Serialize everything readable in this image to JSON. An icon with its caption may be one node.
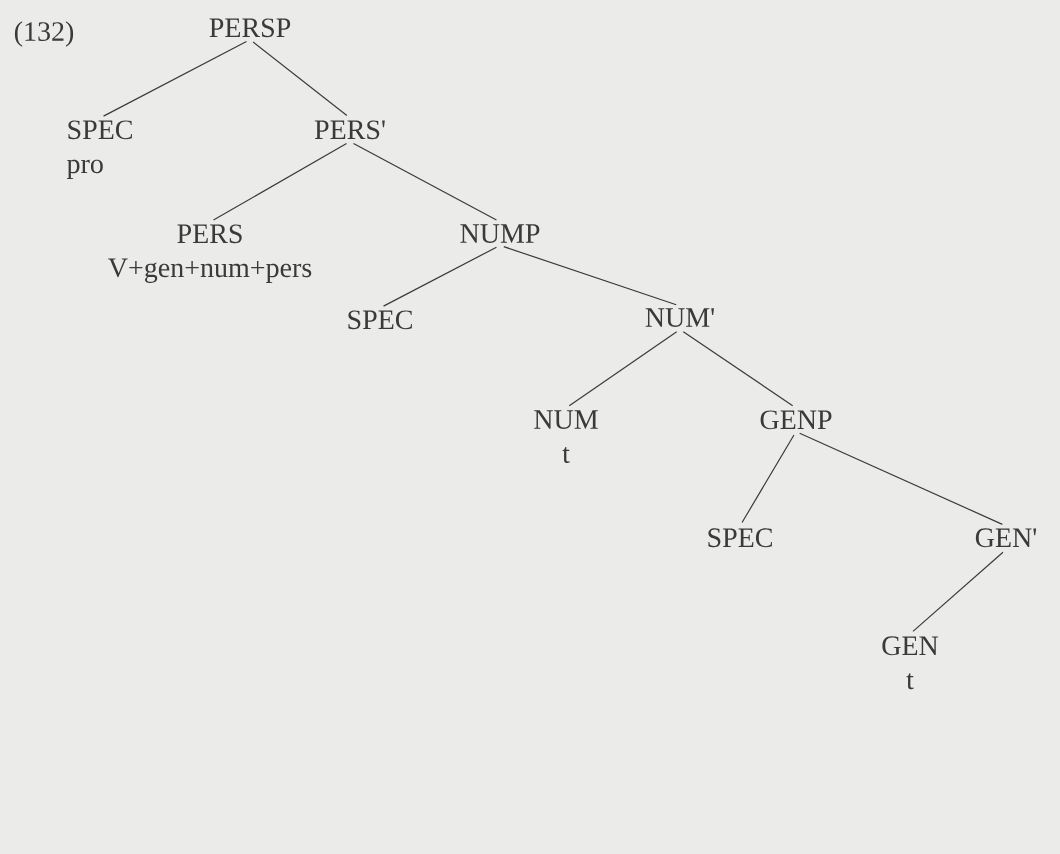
{
  "diagram": {
    "nodes": [
      {
        "text": [
          "PERSP"
        ]
      },
      {
        "text": [
          "SPEC",
          "pro"
        ]
      },
      {
        "text": [
          "PERS'"
        ]
      },
      {
        "text": [
          "PERS",
          "V+gen+num+pers"
        ]
      },
      {
        "text": [
          "NUMP"
        ]
      },
      {
        "text": [
          "SPEC"
        ]
      },
      {
        "text": [
          "NUM'"
        ]
      },
      {
        "text": [
          "NUM",
          "t"
        ]
      },
      {
        "text": [
          "GENP"
        ]
      },
      {
        "text": [
          "SPEC"
        ]
      },
      {
        "text": [
          "GEN'"
        ]
      },
      {
        "text": [
          "GEN",
          "t"
        ]
      }
    ],
    "edges": [
      {
        "from": 0,
        "to": 1,
        "arrow": "none"
      },
      {
        "from": 0,
        "to": 2,
        "arrow": "none"
      },
      {
        "from": 2,
        "to": 3,
        "arrow": "none"
      },
      {
        "from": 2,
        "to": 4,
        "arrow": "none"
      },
      {
        "from": 4,
        "to": 5,
        "arrow": "none"
      },
      {
        "from": 4,
        "to": 6,
        "arrow": "none"
      },
      {
        "from": 6,
        "to": 7,
        "arrow": "none"
      },
      {
        "from": 6,
        "to": 8,
        "arrow": "none"
      },
      {
        "from": 8,
        "to": 9,
        "arrow": "none"
      },
      {
        "from": 8,
        "to": 10,
        "arrow": "none"
      },
      {
        "from": 10,
        "to": 11,
        "arrow": "none"
      }
    ],
    "labels": [
      "(132)"
    ]
  }
}
